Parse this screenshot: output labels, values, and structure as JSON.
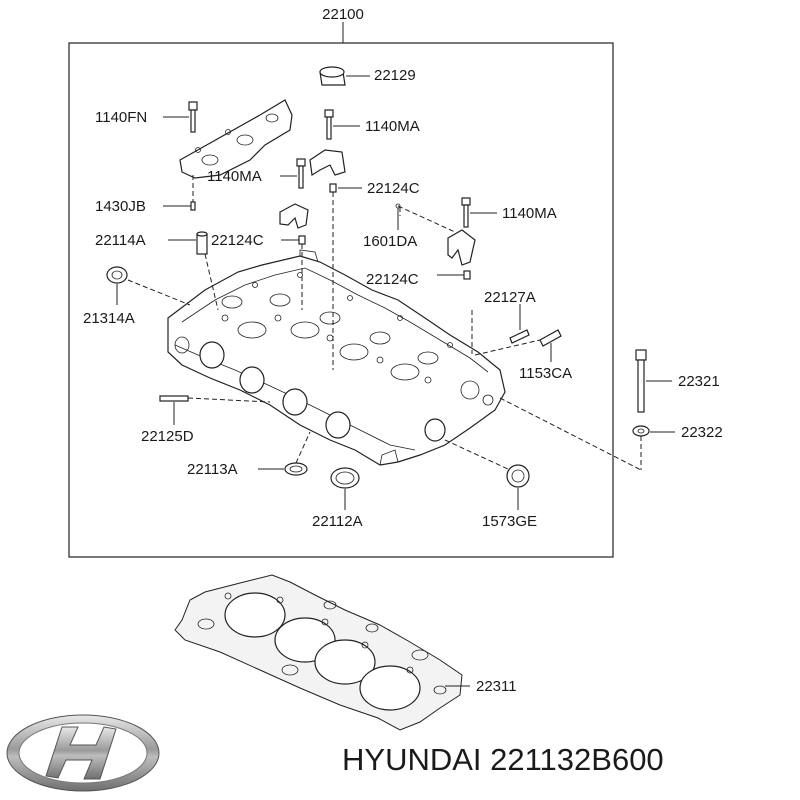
{
  "assembly_label": "22100",
  "callouts": {
    "c22129": "22129",
    "c1140FN": "1140FN",
    "c1140MA_a": "1140MA",
    "c1140MA_b": "1140MA",
    "c22124C_a": "22124C",
    "c1430JB": "1430JB",
    "c1140MA_c": "1140MA",
    "c22114A": "22114A",
    "c22124C_b": "22124C",
    "c1601DA": "1601DA",
    "c22124C_c": "22124C",
    "c21314A": "21314A",
    "c22127A": "22127A",
    "c1153CA": "1153CA",
    "c22321": "22321",
    "c22322": "22322",
    "c22125D": "22125D",
    "c22113A": "22113A",
    "c22112A": "22112A",
    "c1573GE": "1573GE",
    "c22311": "22311"
  },
  "brand_text": "HYUNDAI 221132B600",
  "logo_icon": "hyundai-logo-icon"
}
